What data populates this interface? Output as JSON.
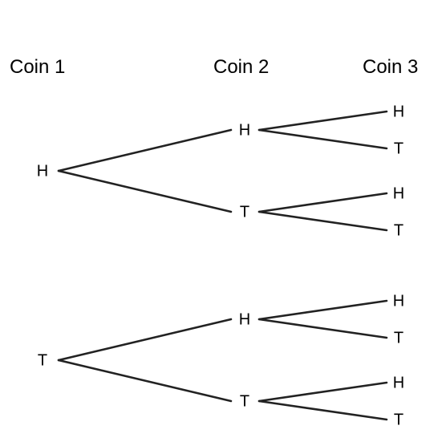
{
  "headers": [
    "Coin 1",
    "Coin 2",
    "Coin 3"
  ],
  "tree": [
    {
      "label": "H",
      "children": [
        {
          "label": "H",
          "children": [
            {
              "label": "H"
            },
            {
              "label": "T"
            }
          ]
        },
        {
          "label": "T",
          "children": [
            {
              "label": "H"
            },
            {
              "label": "T"
            }
          ]
        }
      ]
    },
    {
      "label": "T",
      "children": [
        {
          "label": "H",
          "children": [
            {
              "label": "H"
            },
            {
              "label": "T"
            }
          ]
        },
        {
          "label": "T",
          "children": [
            {
              "label": "H"
            },
            {
              "label": "T"
            }
          ]
        }
      ]
    }
  ]
}
